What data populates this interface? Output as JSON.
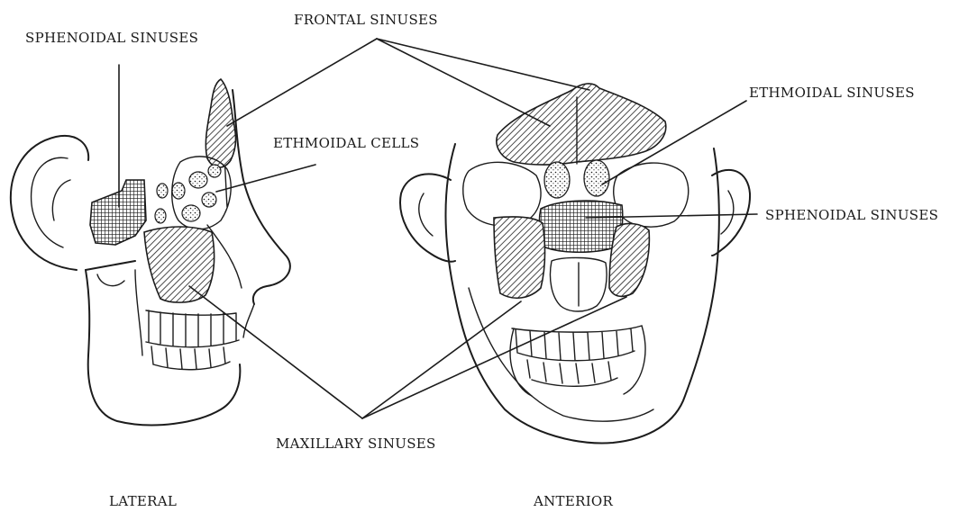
{
  "labels": {
    "sphenoidal_left": "SPHENOIDAL SINUSES",
    "frontal": "FRONTAL SINUSES",
    "ethmoidal_sinuses": "ETHMOIDAL SINUSES",
    "ethmoidal_cells": "ETHMOIDAL CELLS",
    "sphenoidal_right": "SPHENOIDAL SINUSES",
    "maxillary": "MAXILLARY SINUSES",
    "lateral": "LATERAL",
    "anterior": "ANTERIOR"
  },
  "colors": {
    "ink": "#1c1c1c",
    "paper": "#ffffff"
  }
}
